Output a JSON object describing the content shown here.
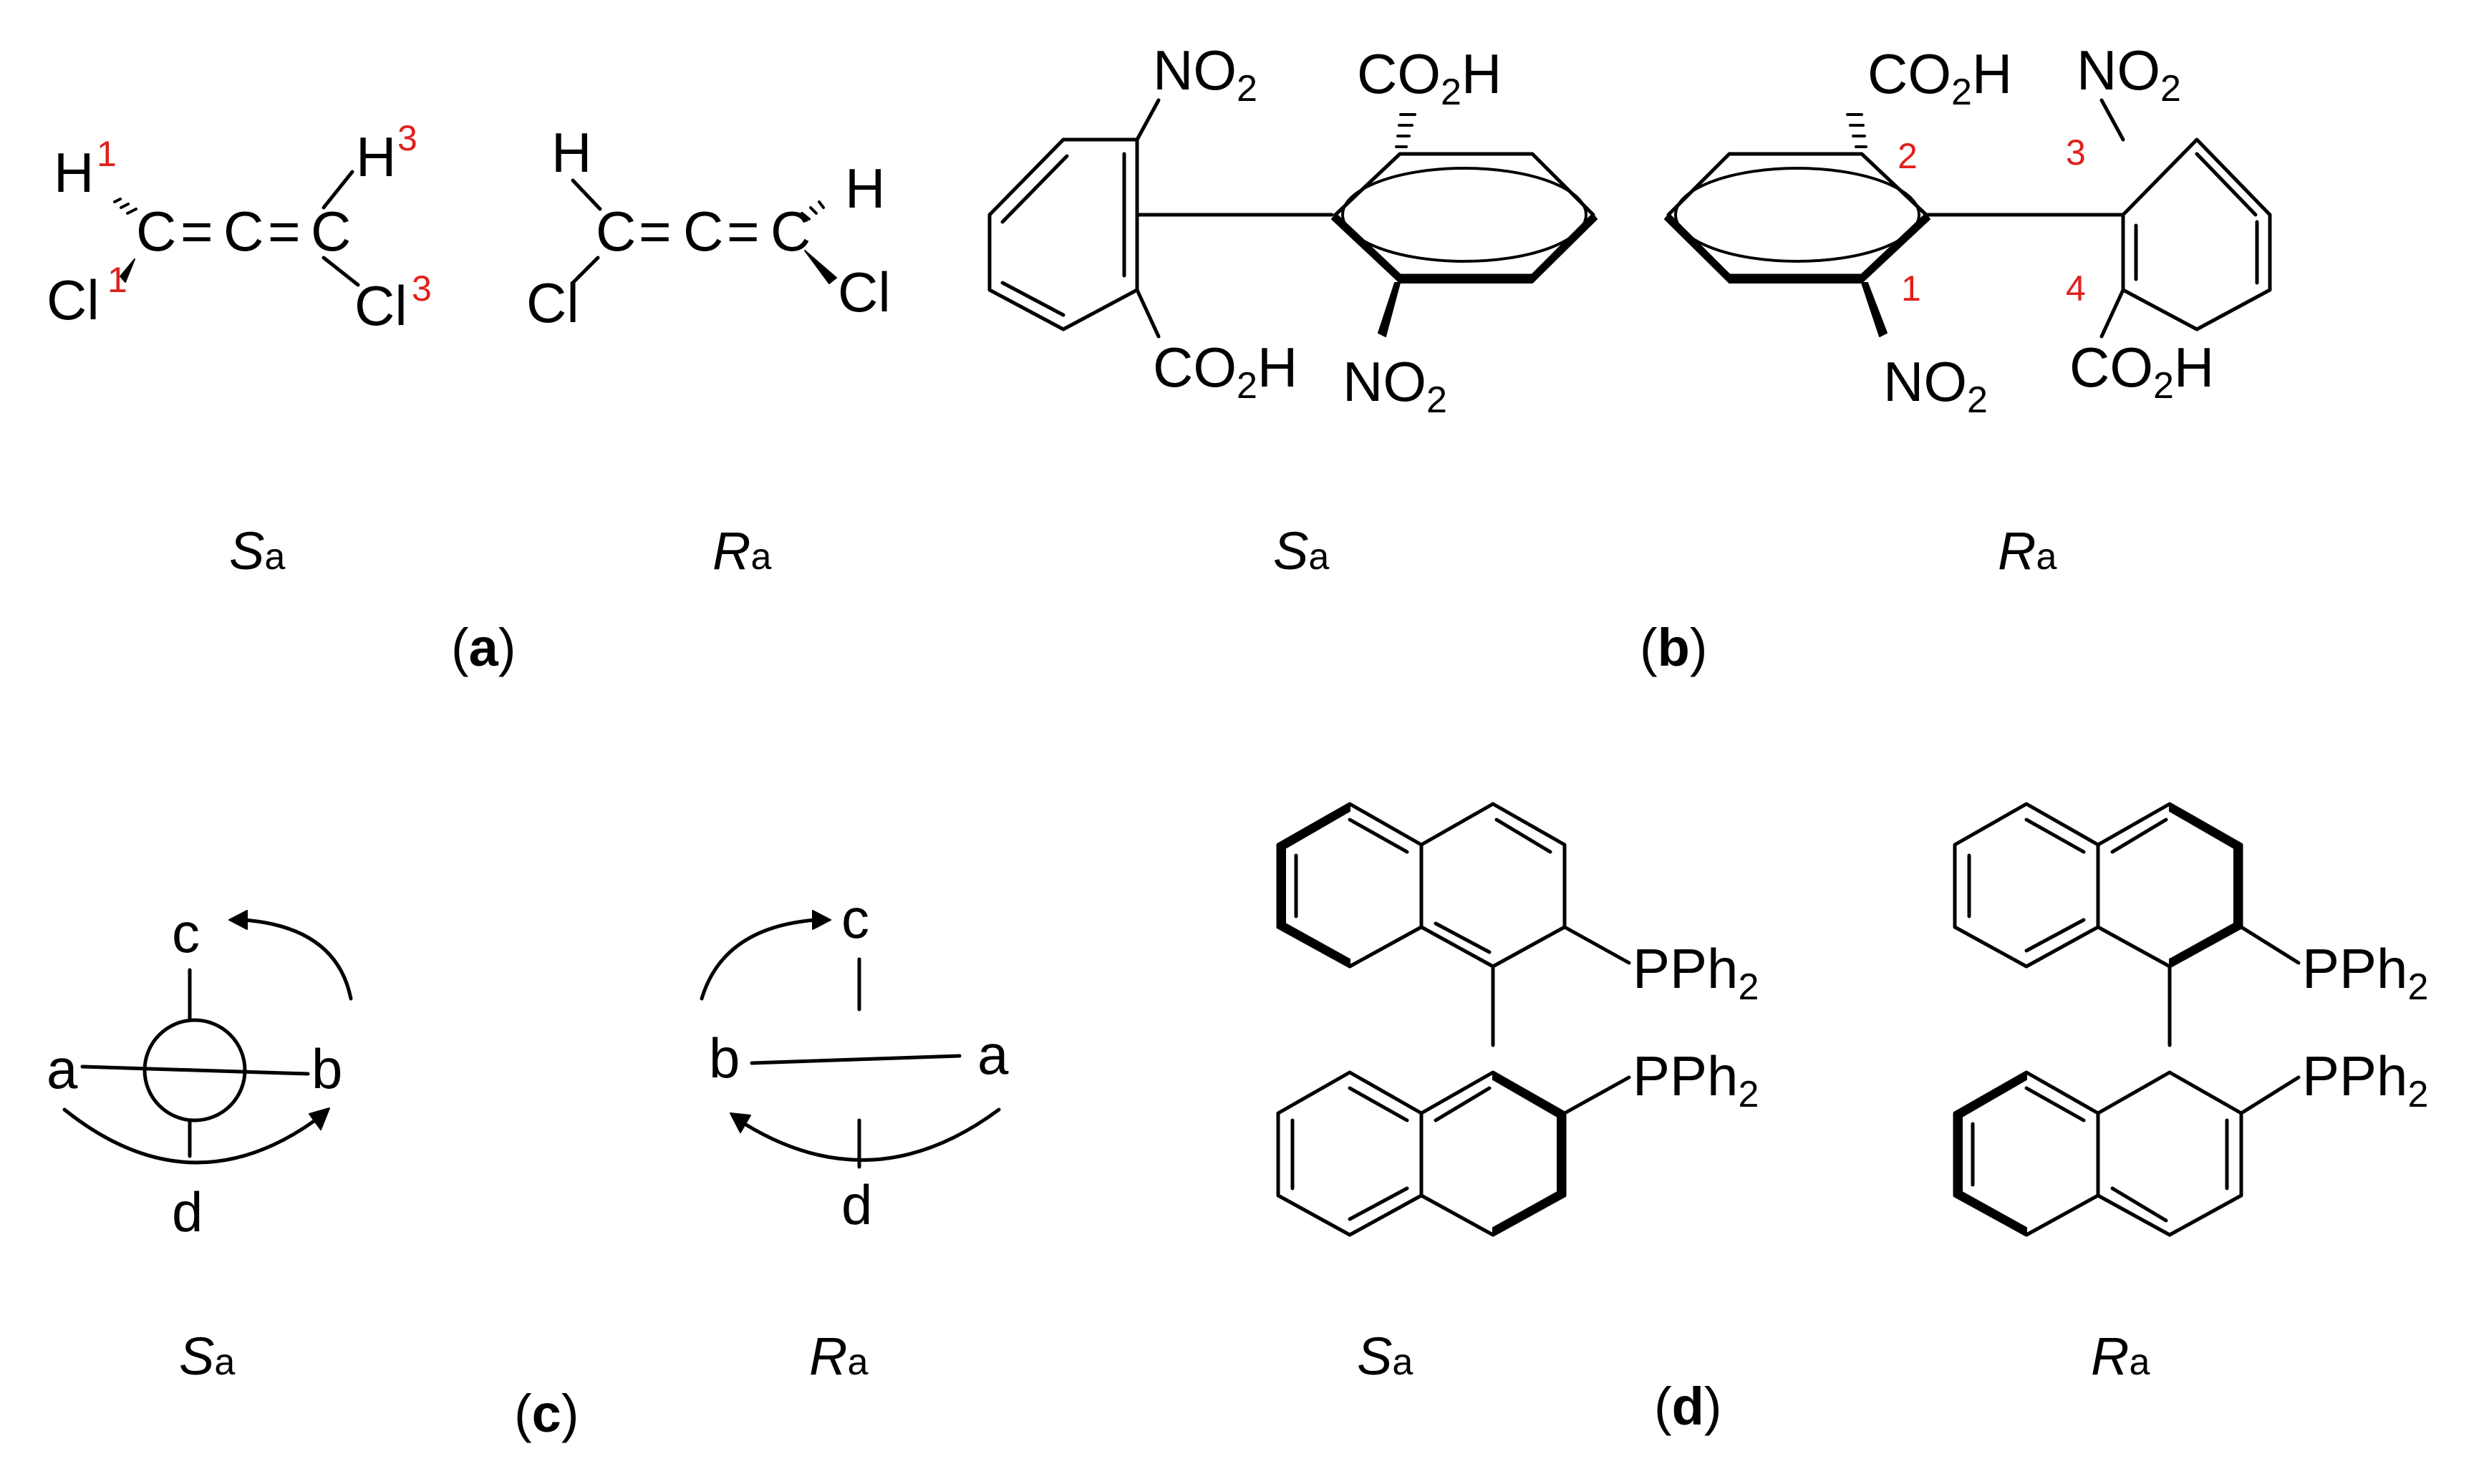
{
  "panels": {
    "a": {
      "caption_letter": "a",
      "left": {
        "label_main": "S",
        "label_sub": "a",
        "atoms": {
          "h1": "H",
          "h3": "H",
          "c1": "C",
          "c2": "C",
          "c3": "C",
          "cl1": "Cl",
          "cl3": "Cl"
        },
        "locants": {
          "h1": "1",
          "h3": "3",
          "cl1": "1",
          "cl3": "3"
        },
        "bonds": {
          "eq1": "=",
          "eq2": "="
        }
      },
      "right": {
        "label_main": "R",
        "label_sub": "a",
        "atoms": {
          "h1": "H",
          "h3": "H",
          "c1": "C",
          "c2": "C",
          "c3": "C",
          "cl1": "Cl",
          "cl3": "Cl"
        },
        "bonds": {
          "eq1": "=",
          "eq2": "="
        }
      }
    },
    "b": {
      "caption_letter": "b",
      "left": {
        "label_main": "S",
        "label_sub": "a",
        "groups": {
          "no2_top": {
            "main": "NO",
            "sub": "2"
          },
          "co2h_top": {
            "main": "CO",
            "sub": "2",
            "tail": "H"
          },
          "co2h_bottom": {
            "main": "CO",
            "sub": "2",
            "tail": "H"
          },
          "no2_bottom": {
            "main": "NO",
            "sub": "2"
          }
        }
      },
      "right": {
        "label_main": "R",
        "label_sub": "a",
        "groups": {
          "co2h_top": {
            "main": "CO",
            "sub": "2",
            "tail": "H"
          },
          "no2_top": {
            "main": "NO",
            "sub": "2"
          },
          "no2_bottom": {
            "main": "NO",
            "sub": "2"
          },
          "co2h_bottom": {
            "main": "CO",
            "sub": "2",
            "tail": "H"
          }
        },
        "locants": [
          "2",
          "3",
          "1",
          "4"
        ]
      }
    },
    "c": {
      "caption_letter": "c",
      "left": {
        "label_main": "S",
        "label_sub": "a",
        "labels": {
          "a": "a",
          "b": "b",
          "c": "c",
          "d": "d"
        }
      },
      "right": {
        "label_main": "R",
        "label_sub": "a",
        "labels": {
          "a": "a",
          "b": "b",
          "c": "c",
          "d": "d"
        }
      }
    },
    "d": {
      "caption_letter": "d",
      "left": {
        "label_main": "S",
        "label_sub": "a",
        "groups": [
          {
            "main": "PPh",
            "sub": "2"
          },
          {
            "main": "PPh",
            "sub": "2"
          }
        ]
      },
      "right": {
        "label_main": "R",
        "label_sub": "a",
        "groups": [
          {
            "main": "PPh",
            "sub": "2"
          },
          {
            "main": "PPh",
            "sub": "2"
          }
        ]
      }
    }
  },
  "colors": {
    "ink": "#000000",
    "locant": "#e0201b",
    "background": "#ffffff"
  }
}
